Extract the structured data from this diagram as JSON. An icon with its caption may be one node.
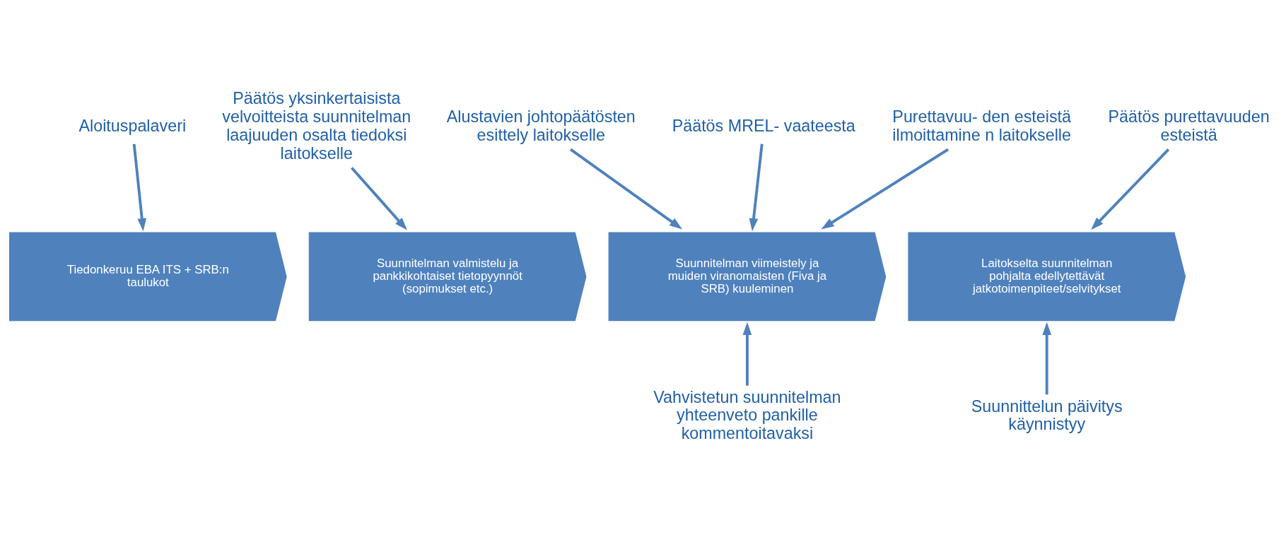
{
  "diagram": {
    "nodes": [
      {
        "text": [
          "Aloituspalaveri"
        ]
      },
      {
        "text": [
          "Päätös yksinkertaisista velvoitteista suunnitelman laajuuden osalta tiedoksi laitokselle"
        ]
      },
      {
        "text": [
          "Alustavien johtopäätösten esittely laitokselle"
        ]
      },
      {
        "text": [
          "Päätös MREL- vaateesta"
        ]
      },
      {
        "text": [
          "Purettavuu- den esteistä ilmoittamine n laitokselle"
        ]
      },
      {
        "text": [
          "Päätös purettavuuden esteistä"
        ]
      },
      {
        "text": [
          "Tiedonkeruu EBA ITS + SRB:n taulukot"
        ]
      },
      {
        "text": [
          "Suunnitelman valmistelu ja pankkikohtaiset tietopyynnöt (sopimukset etc.)"
        ]
      },
      {
        "text": [
          "Suunnitelman viimeistely ja muiden viranomaisten (Fiva ja SRB) kuuleminen"
        ]
      },
      {
        "text": [
          "Laitokselta suunnitelman pohjalta edellytettävät jatkotoimenpiteet/selvitykset"
        ]
      },
      {
        "text": [
          "Vahvistetun suunnitelman yhteenveto pankille kommentoitavaksi"
        ]
      },
      {
        "text": [
          "Suunnittelun päivitys käynnistyy"
        ]
      }
    ],
    "edges": [
      {
        "from": 0,
        "to": 6,
        "arrow": "to"
      },
      {
        "from": 1,
        "to": 7,
        "arrow": "to"
      },
      {
        "from": 2,
        "to": 8,
        "arrow": "to"
      },
      {
        "from": 3,
        "to": 8,
        "arrow": "to"
      },
      {
        "from": 4,
        "to": 8,
        "arrow": "to"
      },
      {
        "from": 5,
        "to": 9,
        "arrow": "to"
      },
      {
        "from": 10,
        "to": 8,
        "arrow": "to"
      },
      {
        "from": 11,
        "to": 9,
        "arrow": "to"
      }
    ]
  }
}
